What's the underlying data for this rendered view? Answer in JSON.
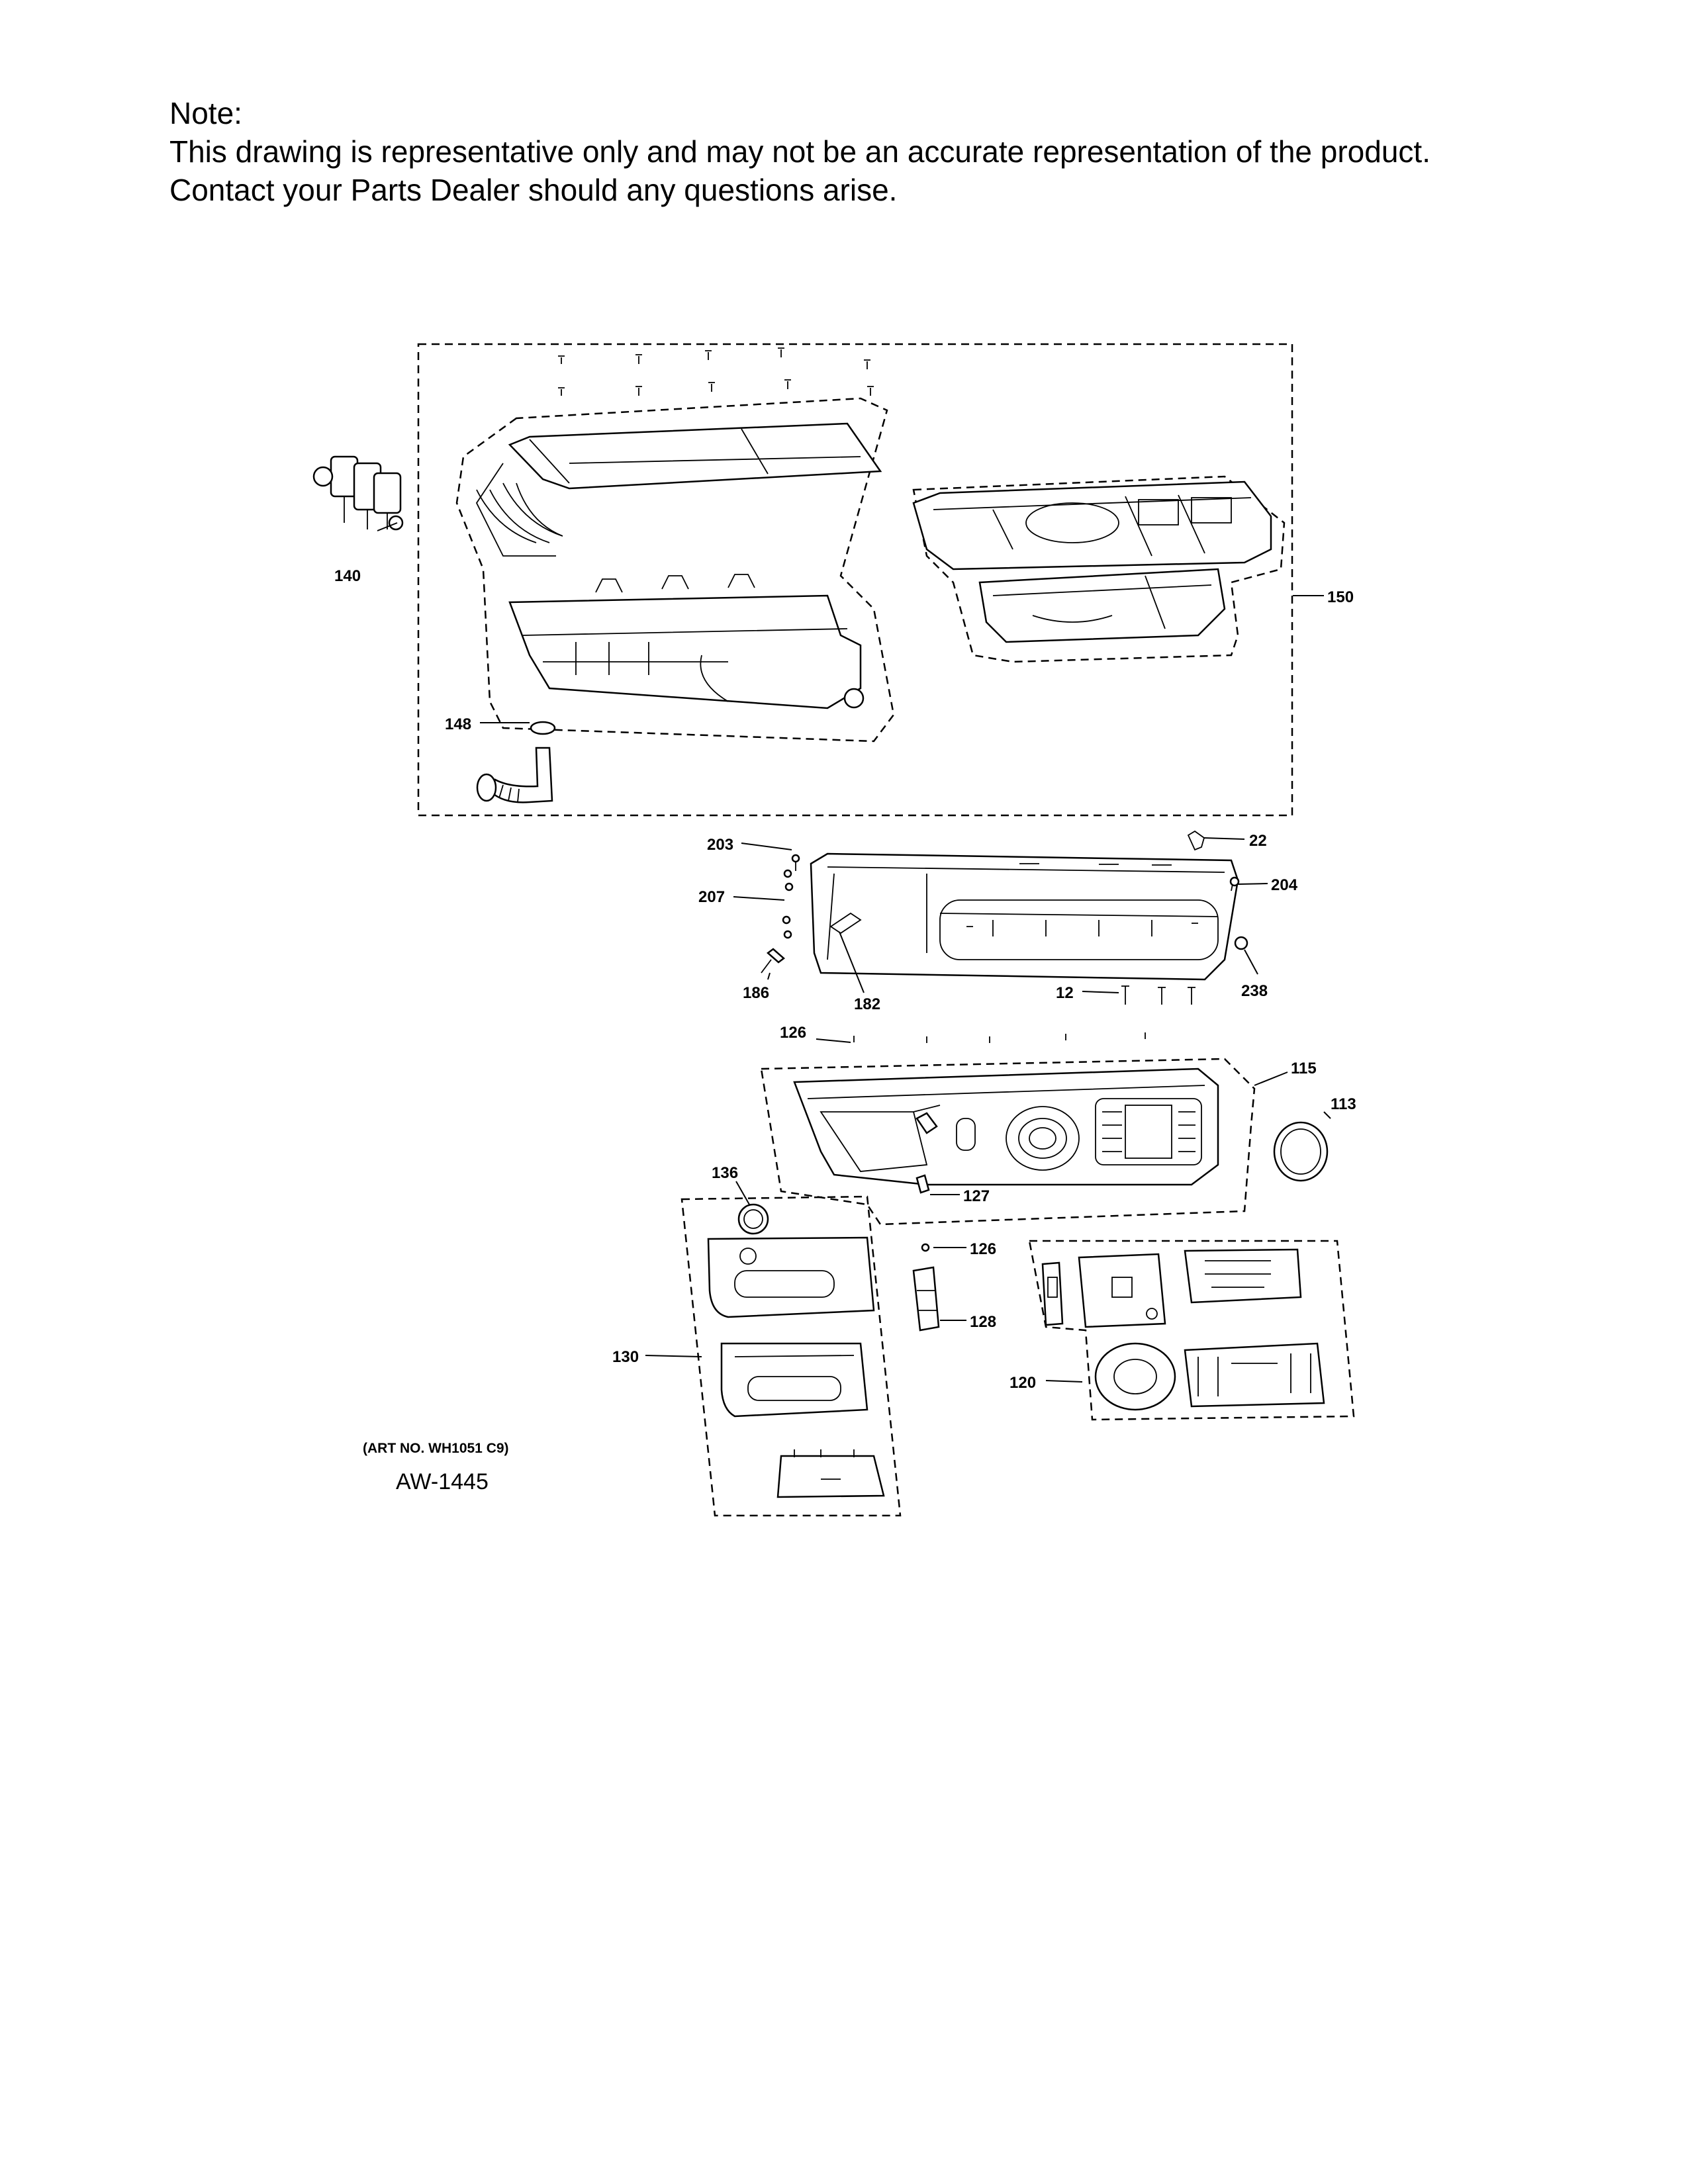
{
  "note": {
    "heading": "Note:",
    "line1": "This drawing is representative only and may not be an accurate representation of the product.",
    "line2": "Contact your Parts Dealer should any questions arise."
  },
  "diagram": {
    "art_no": "(ART NO. WH1051 C9)",
    "drawing_id": "AW-1445",
    "callouts": [
      "140",
      "148",
      "150",
      "203",
      "22",
      "207",
      "204",
      "186",
      "182",
      "12",
      "238",
      "126",
      "115",
      "113",
      "136",
      "127",
      "126",
      "128",
      "130",
      "120"
    ]
  }
}
